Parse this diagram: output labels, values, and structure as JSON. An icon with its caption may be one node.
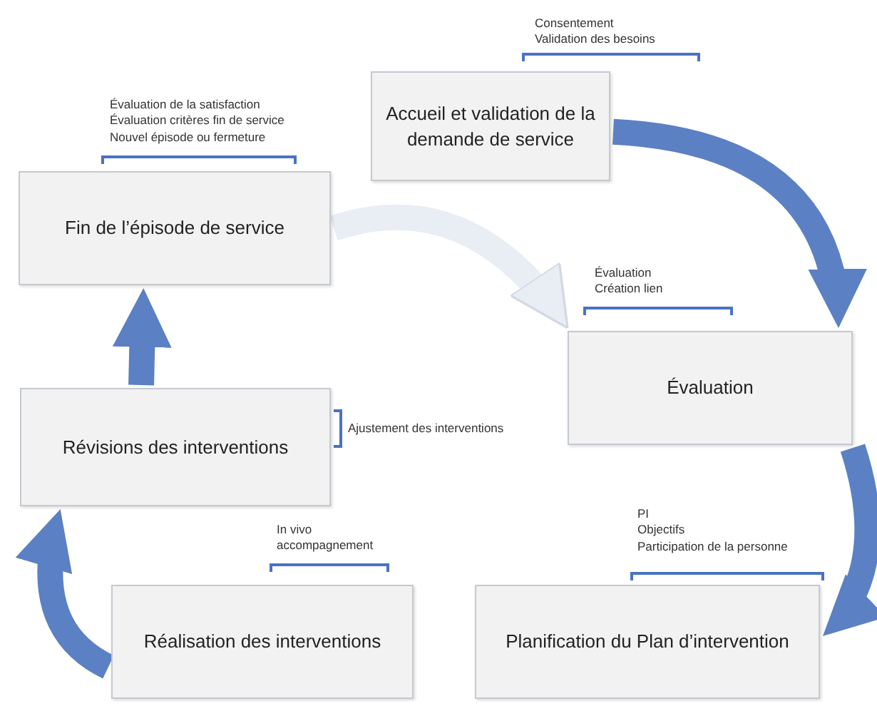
{
  "diagram": {
    "nodes": [
      {
        "text": [
          "Accueil et validation de la demande de service"
        ],
        "beside": [
          "Consentement",
          "Validation des besoins"
        ]
      },
      {
        "text": [
          "Fin de l’épisode de service"
        ],
        "beside": [
          "Évaluation de la satisfaction",
          "Évaluation critères fin de service",
          "Nouvel épisode ou fermeture"
        ]
      },
      {
        "text": [
          "Évaluation"
        ],
        "beside": [
          "Évaluation",
          "Création lien"
        ]
      },
      {
        "text": [
          "Révisions des interventions"
        ],
        "beside": [
          "Ajustement des interventions"
        ]
      },
      {
        "text": [
          "Réalisation des interventions"
        ],
        "beside": [
          "In vivo",
          "accompagnement"
        ]
      },
      {
        "text": [
          "Planification du Plan d’intervention"
        ],
        "beside": [
          "PI",
          "Objectifs",
          "Participation de la personne"
        ]
      }
    ],
    "edges": [
      {
        "from": 0,
        "to": 2,
        "arrow": "to"
      },
      {
        "from": 2,
        "to": 5,
        "arrow": "to"
      },
      {
        "from": 4,
        "to": 3,
        "arrow": "to"
      },
      {
        "from": 3,
        "to": 1,
        "arrow": "to"
      },
      {
        "from": 1,
        "to": 2,
        "arrow": "to",
        "color": "#e9edf4"
      }
    ]
  }
}
